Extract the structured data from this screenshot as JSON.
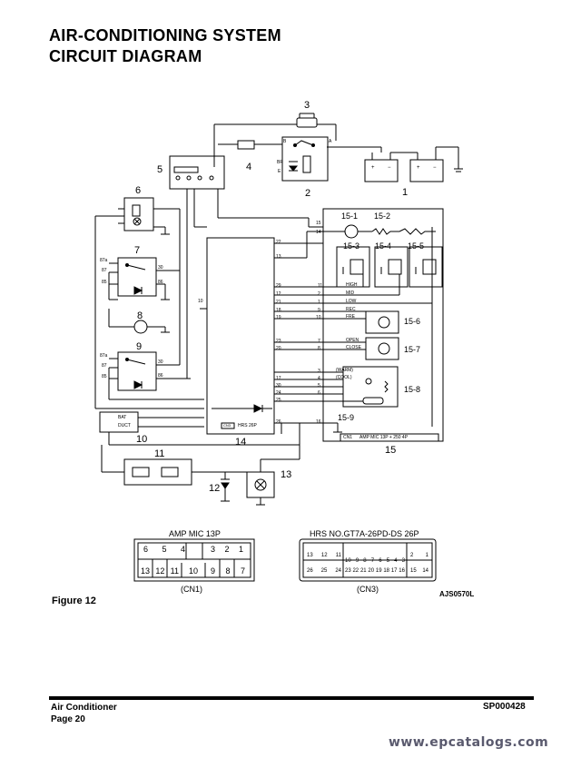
{
  "header": {
    "title_line1": "AIR-CONDITIONING SYSTEM",
    "title_line2": "CIRCUIT DIAGRAM"
  },
  "diagram": {
    "component_numbers": {
      "n1": "1",
      "n2": "2",
      "n3": "3",
      "n4": "4",
      "n5": "5",
      "n6": "6",
      "n7": "7",
      "n8": "8",
      "n9": "9",
      "n10": "10",
      "n11": "11",
      "n12": "12",
      "n13": "13",
      "n14": "14",
      "n15": "15",
      "n15_1": "15-1",
      "n15_2": "15-2",
      "n15_3": "15-3",
      "n15_4": "15-4",
      "n15_5": "15-5",
      "n15_6": "15-6",
      "n15_7": "15-7",
      "n15_8": "15-8",
      "n15_9": "15-9"
    },
    "relay_terminals": {
      "t87a": "87a",
      "t87": "87",
      "t85": "85",
      "t86": "86",
      "t30": "30"
    },
    "module_labels": {
      "cn3_hrs": "HRS 26P",
      "cn3_tag": "CN3",
      "cn1_amp": "AMP MIC 13P + 250 4P",
      "cn1_tag": "CN1"
    },
    "signal_labels": {
      "high": "HIGH",
      "mid": "MID",
      "low": "LOW",
      "rec": "REC",
      "fre": "FRE",
      "open": "OPEN",
      "close": "CLOSE",
      "warm": "(WARM)",
      "cool": "(COOL)",
      "bat": "BAT",
      "duct": "DUCT"
    },
    "pin_numbers": {
      "p15": "15",
      "p14": "14",
      "p11": "11",
      "p2": "2",
      "p1": "1",
      "p10": "10",
      "p9": "9",
      "p7": "7",
      "p8": "8",
      "p3": "3",
      "p4": "4",
      "p5": "5",
      "p6": "6",
      "p16": "16",
      "p13": "13",
      "p12": "12",
      "p19": "19",
      "p20": "20",
      "p23": "23",
      "p18": "18",
      "p17": "17",
      "p22": "22",
      "p21": "21",
      "p24": "24",
      "p25": "25",
      "p26": "26",
      "p29": "29",
      "p30": "30"
    },
    "connector_cn1": {
      "title": "AMP MIC 13P",
      "caption": "(CN1)",
      "top_row_left": [
        "6",
        "5",
        "4"
      ],
      "top_row_right": [
        "3",
        "2",
        "1"
      ],
      "bottom_row_left": [
        "13",
        "12",
        "11"
      ],
      "bottom_row_mid": "10",
      "bottom_row_right": [
        "9",
        "8",
        "7"
      ]
    },
    "connector_cn3": {
      "title": "HRS NO.GT7A-26PD-DS 26P",
      "caption": "(CN3)",
      "row1_left": [
        "13",
        "12",
        "11"
      ],
      "row1_mid": [
        "10",
        "9",
        "8",
        "7",
        "6",
        "5",
        "4",
        "3"
      ],
      "row1_right": [
        "2",
        "1"
      ],
      "row2_left": [
        "26",
        "25",
        "24"
      ],
      "row2_mid": [
        "23",
        "22",
        "21",
        "20",
        "19",
        "18",
        "17",
        "16"
      ],
      "row2_right": [
        "15",
        "14"
      ]
    },
    "figure_label": "Figure 12",
    "figure_ref": "AJS0570L"
  },
  "footer": {
    "section": "Air Conditioner",
    "page": "Page 20",
    "doc_id": "SP000428"
  },
  "watermark": "www.epcatalogs.com"
}
